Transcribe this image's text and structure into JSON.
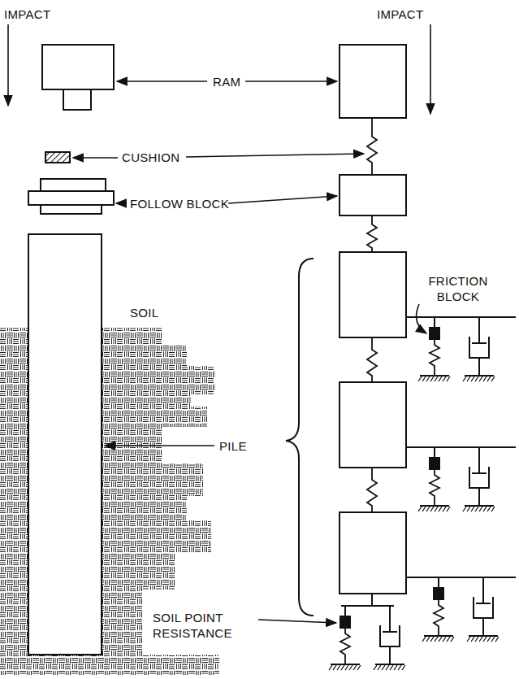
{
  "diagram": {
    "labels": [
      "IMPACT",
      "IMPACT",
      "RAM",
      "CUSHION",
      "FOLLOW BLOCK",
      "SOIL",
      "FRICTION BLOCK",
      "PILE",
      "SOIL POINT RESISTANCE"
    ]
  }
}
